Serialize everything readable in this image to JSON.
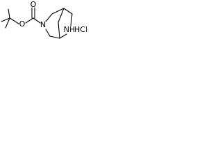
{
  "molecule": {
    "atoms": {
      "carbonyl_oxygen": "O",
      "ester_oxygen": "O",
      "ring_nitrogen_left": "N",
      "ring_nitrogen_right": "NH"
    },
    "salt": "HCl"
  },
  "colors": {
    "stroke": "#000000",
    "background": "#ffffff"
  }
}
